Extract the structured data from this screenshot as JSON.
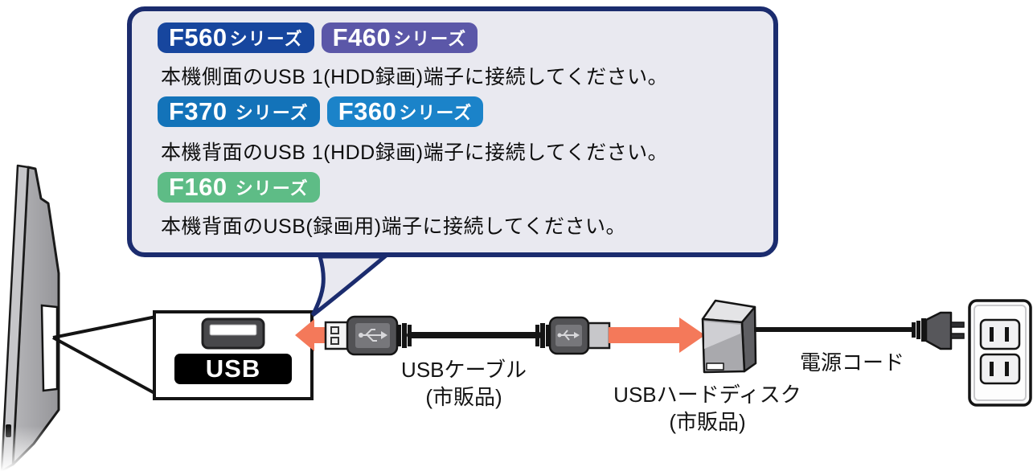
{
  "colors": {
    "arrow": "#f4795a",
    "bubble_border": "#1b2c6e",
    "bubble_fill": "#e9e9f0",
    "badge_f560": "#17469e",
    "badge_f460": "#5b57a8",
    "badge_f370": "#1373b9",
    "badge_f360": "#1b83c9",
    "badge_f160": "#5ebc86"
  },
  "bubble": {
    "rows": [
      {
        "badges": [
          {
            "model": "F560",
            "suffix": "シリーズ"
          },
          {
            "model": "F460",
            "suffix": "シリーズ"
          }
        ],
        "text": "本機側面のUSB 1(HDD録画)端子に接続してください。"
      },
      {
        "badges": [
          {
            "model": "F370",
            "suffix": " シリーズ"
          },
          {
            "model": "F360",
            "suffix": "シリーズ"
          }
        ],
        "text": "本機背面のUSB 1(HDD録画)端子に接続してください。"
      },
      {
        "badges": [
          {
            "model": "F160",
            "suffix": " シリーズ"
          }
        ],
        "text": "本機背面のUSB(録画用)端子に接続してください。"
      }
    ]
  },
  "diagram": {
    "usb_port_label": "USB",
    "usb_cable_label": "USBケーブル",
    "usb_cable_note": "(市販品)",
    "hdd_label": "USBハードディスク",
    "hdd_note": "(市販品)",
    "power_cord_label": "電源コード"
  }
}
